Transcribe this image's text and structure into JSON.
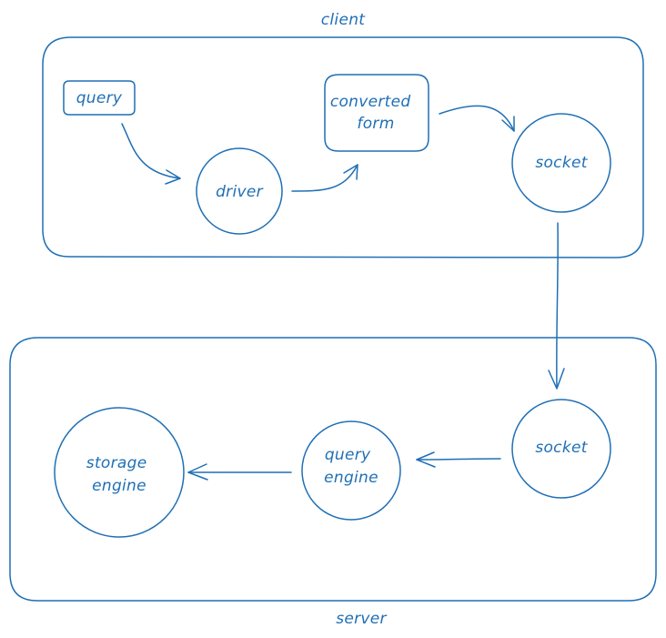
{
  "colors": {
    "stroke": "#1f6fb5",
    "text": "#1f6fb5",
    "background": "#ffffff"
  },
  "groups": {
    "client": "client",
    "server": "server"
  },
  "nodes": {
    "query": "query",
    "driver": "driver",
    "converted_form": [
      "converted",
      "form"
    ],
    "client_socket": "socket",
    "server_socket": "socket",
    "query_engine": [
      "query",
      "engine"
    ],
    "storage_engine": [
      "storage",
      "engine"
    ]
  }
}
